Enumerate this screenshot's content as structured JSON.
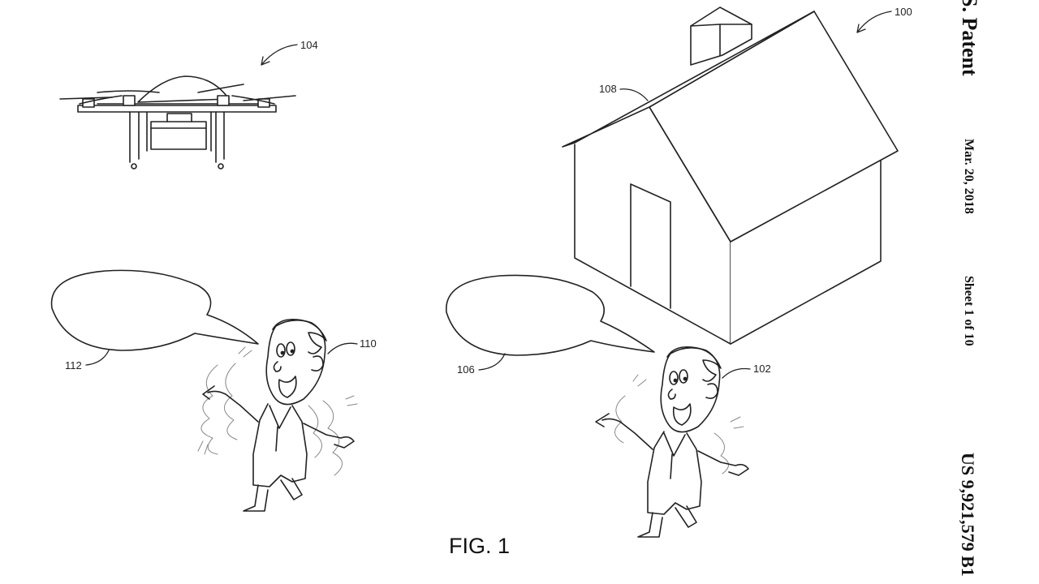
{
  "header": {
    "title": "S. Patent",
    "date": "Mar. 20, 2018",
    "sheet": "Sheet 1 of 10",
    "patent_number": "US 9,921,579 B1"
  },
  "figure": {
    "label": "FIG. 1"
  },
  "references": {
    "system": "100",
    "user": "102",
    "uav": "104",
    "user_utterance": "106",
    "house": "108",
    "other_user": "110",
    "other_utterance": "112"
  },
  "colors": {
    "line": "#222222",
    "background": "#ffffff"
  }
}
